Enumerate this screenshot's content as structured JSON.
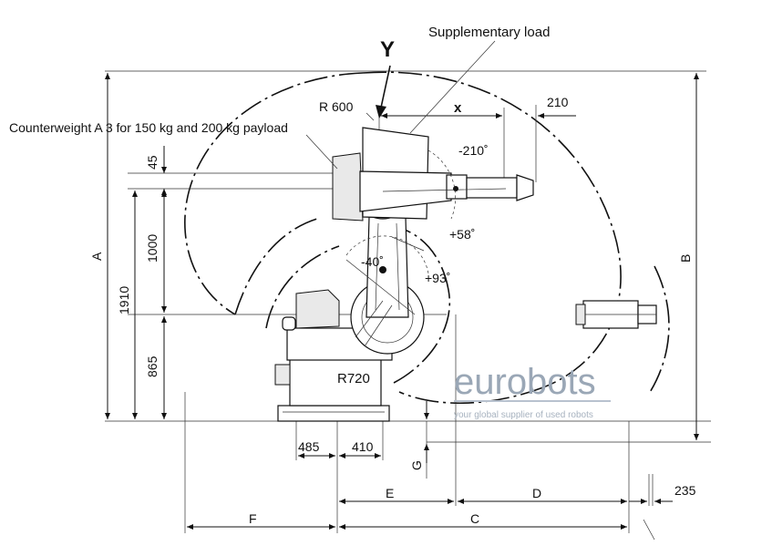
{
  "labels": {
    "supplementary_load": "Supplementary load",
    "view_y": "Y",
    "counterweight": "Counterweight A 3 for 150 kg and 200 kg payload",
    "radius_600": "R 600",
    "radius_720": "R720",
    "axis_x": "x"
  },
  "angles": {
    "a_minus_210": "-210˚",
    "a_plus_58": "+58˚",
    "a_minus_40": "-40˚",
    "a_plus_93": "+93˚"
  },
  "dimensions": {
    "d_210": "210",
    "d_45": "45",
    "d_1000": "1000",
    "d_1910": "1910",
    "d_865": "865",
    "d_485": "485",
    "d_410": "410",
    "d_235": "235",
    "letter_a": "A",
    "letter_b": "B",
    "letter_c": "C",
    "letter_d": "D",
    "letter_e": "E",
    "letter_f": "F",
    "letter_g": "G"
  },
  "watermark": {
    "brand": "eurobots",
    "tagline": "your global supplier of used robots",
    "color": "#9aa7b6"
  }
}
